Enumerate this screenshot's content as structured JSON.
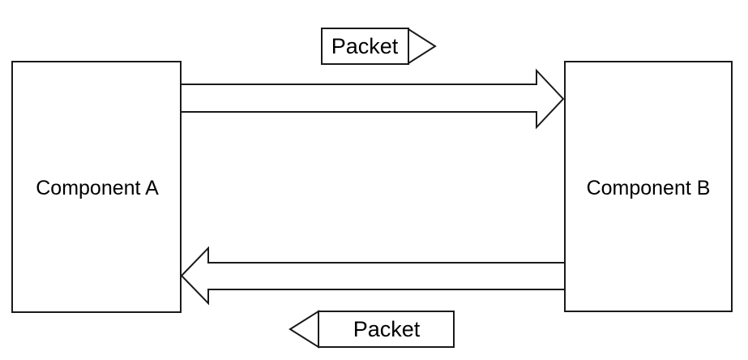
{
  "diagram": {
    "components": {
      "a": {
        "label": "Component A"
      },
      "b": {
        "label": "Component B"
      }
    },
    "arrows": {
      "top": {
        "from": "Component A",
        "to": "Component B",
        "direction": "right",
        "label": "Packet"
      },
      "bottom": {
        "from": "Component B",
        "to": "Component A",
        "direction": "left",
        "label": "Packet"
      }
    },
    "colors": {
      "stroke": "#1a1a1a",
      "fill": "#ffffff",
      "text": "#000000",
      "background": "#ffffff"
    }
  }
}
